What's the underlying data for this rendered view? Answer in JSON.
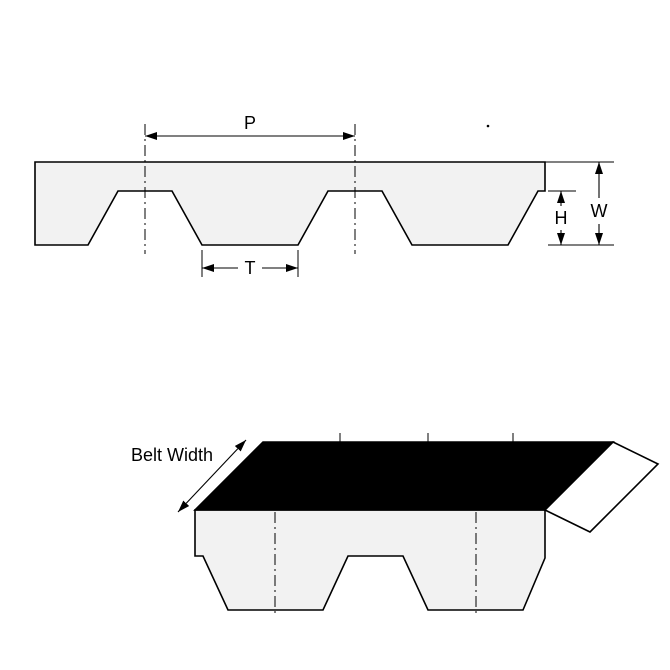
{
  "cross_section": {
    "pitch_label": "P",
    "tooth_width_label": "T",
    "tooth_height_label": "H",
    "thickness_label": "W"
  },
  "perspective_view": {
    "belt_width_label": "Belt Width"
  },
  "colors": {
    "line": "#000000",
    "belt_fill": "#f2f2f2",
    "top_face_fill": "#000000",
    "end_face_fill": "#ffffff",
    "background": "#ffffff"
  }
}
